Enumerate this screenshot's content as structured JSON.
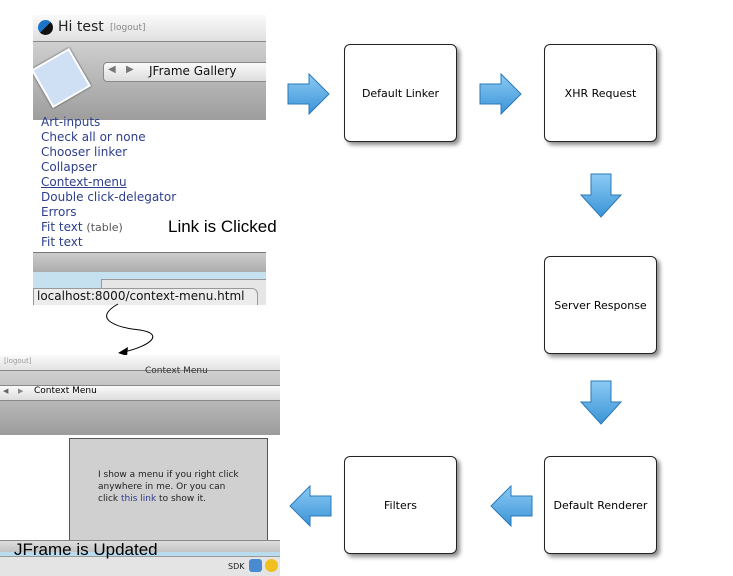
{
  "top_screenshot": {
    "greeting": "Hi test",
    "logout": "[logout]",
    "location": "JFrame Gallery",
    "list_items": [
      "Art-inputs",
      "Check all or none",
      "Chooser linker",
      "Collapser",
      "Context-menu",
      "Double click-delegator",
      "Errors",
      "Fit text",
      "Fit text"
    ],
    "list_item_suffix": "(table)",
    "status_url": "localhost:8000/context-menu.html"
  },
  "caption_clicked": "Link is Clicked",
  "bottom_screenshot": {
    "logout": "[logout]",
    "window_title": "Context Menu",
    "location": "Context Menu",
    "content_text": "I show a menu if you right click anywhere in me. Or you can click",
    "link_text": "this link",
    "content_suffix": " to show it.",
    "sdk": "SDK"
  },
  "caption_updated": "JFrame is Updated",
  "nodes": {
    "linker": "Default Linker",
    "xhr": "XHR Request",
    "response": "Server Response",
    "renderer": "Default Renderer",
    "filters": "Filters"
  },
  "colors": {
    "arrow": "#4aa3e0",
    "link": "#2d3e8c"
  }
}
